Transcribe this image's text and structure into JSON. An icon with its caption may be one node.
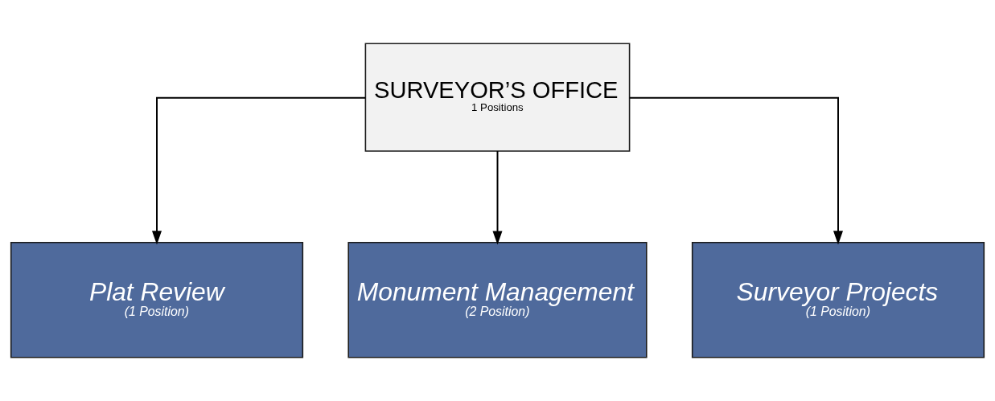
{
  "diagram": {
    "nodes": [
      {
        "text": [
          "SURVEYOR’S OFFICE",
          "1 Positions"
        ]
      },
      {
        "text": [
          "Plat Review",
          "(1 Position)"
        ]
      },
      {
        "text": [
          "Monument Management",
          "(2 Position)"
        ]
      },
      {
        "text": [
          "Surveyor Projects",
          "(1 Position)"
        ]
      }
    ],
    "edges": [
      {
        "from": 0,
        "to": 1,
        "arrow": "to"
      },
      {
        "from": 0,
        "to": 2,
        "arrow": "to"
      },
      {
        "from": 0,
        "to": 3,
        "arrow": "to"
      }
    ]
  }
}
